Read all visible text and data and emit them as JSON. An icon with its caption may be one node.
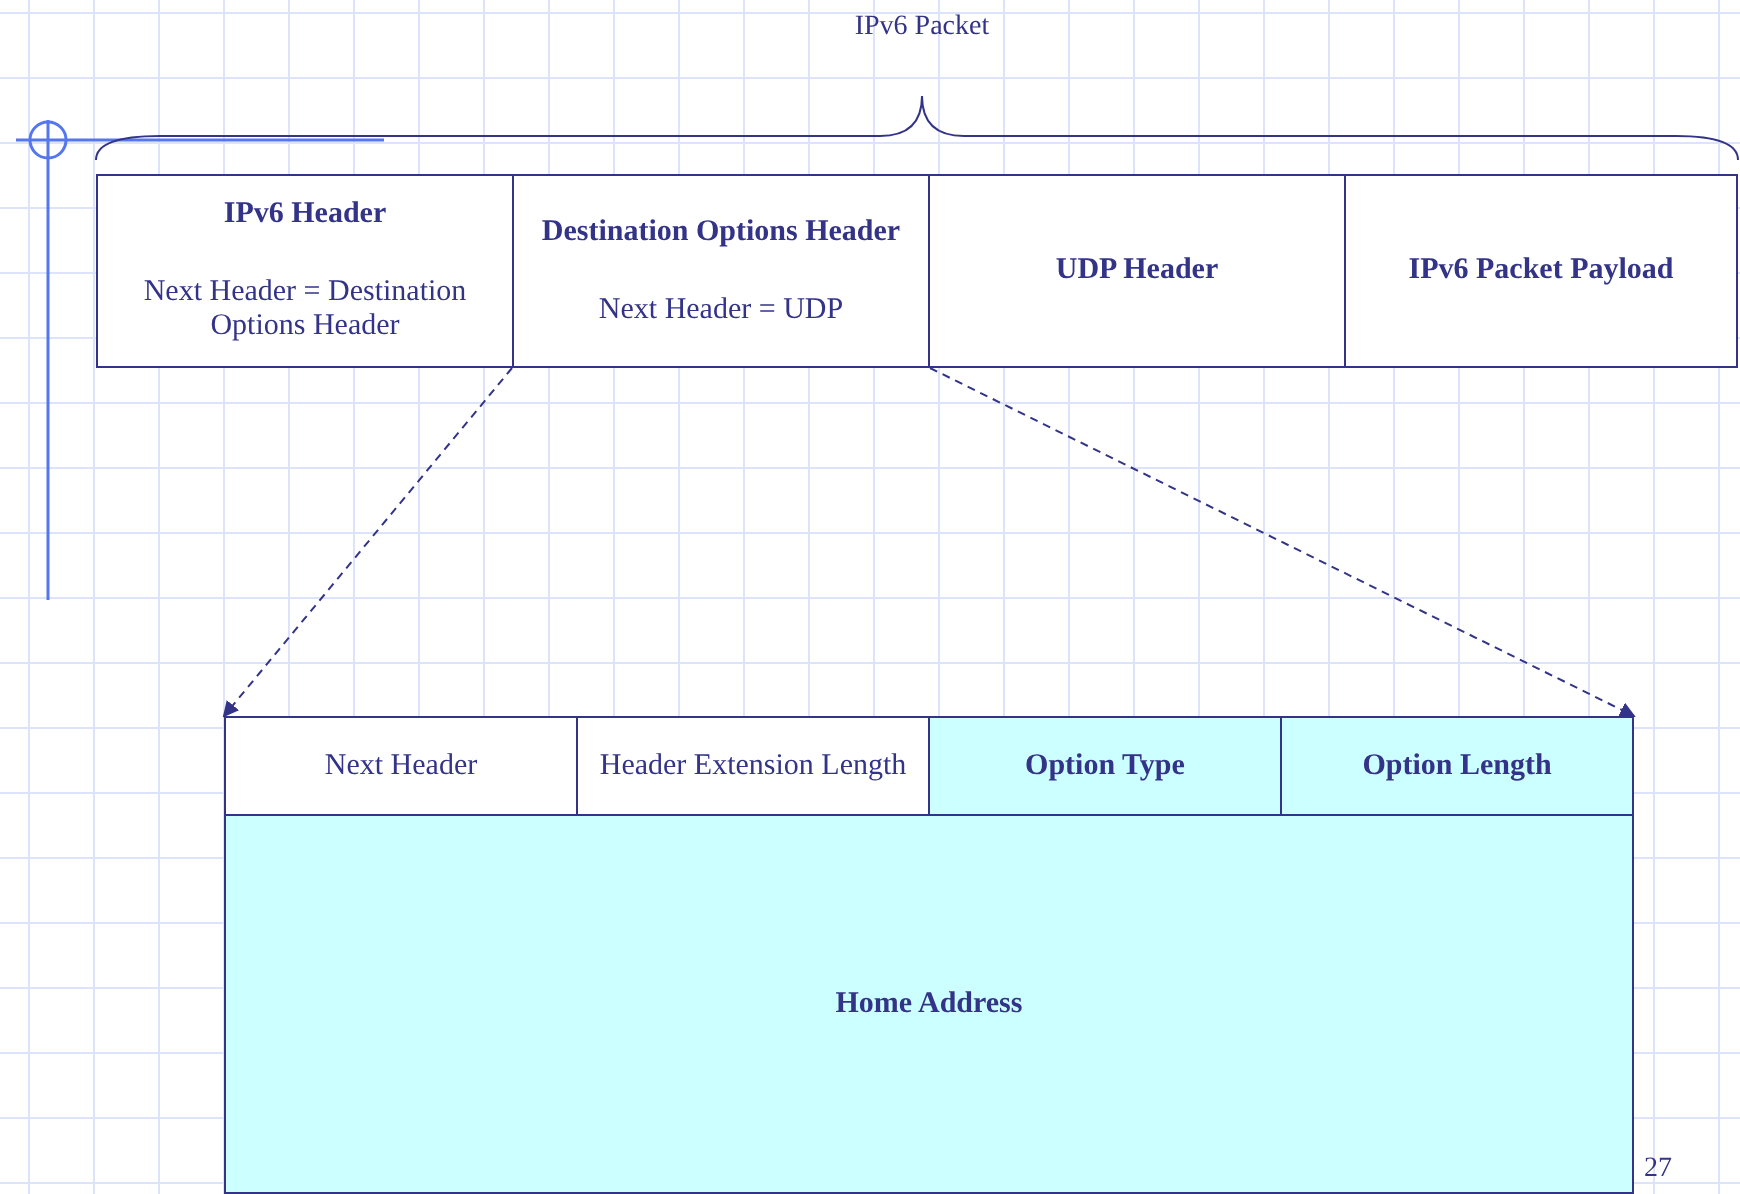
{
  "diagram": {
    "nodes": [
      {
        "text": [
          "IPv6 Header",
          "Next Header = Destination Options Header"
        ]
      },
      {
        "text": [
          "Destination Options Header",
          "Next Header = UDP"
        ]
      },
      {
        "text": [
          "UDP Header"
        ]
      },
      {
        "text": [
          "IPv6 Packet Payload"
        ]
      },
      {
        "text": [],
        "shape": "box"
      },
      {
        "text": [
          "Next Header"
        ],
        "in": 4
      },
      {
        "text": [
          "Header Extension Length"
        ],
        "in": 4
      },
      {
        "text": [
          "Option Type"
        ],
        "in": 4
      },
      {
        "text": [
          "Option Length"
        ],
        "in": 4
      },
      {
        "text": [
          "Home Address"
        ],
        "in": 4
      }
    ],
    "edges": [
      {
        "from": 1,
        "to": 4,
        "arrow": "to",
        "style": "dashed"
      },
      {
        "from": 1,
        "to": 4,
        "arrow": "to",
        "style": "dashed"
      }
    ],
    "labels": [
      "IPv6 Packet",
      "27"
    ]
  }
}
